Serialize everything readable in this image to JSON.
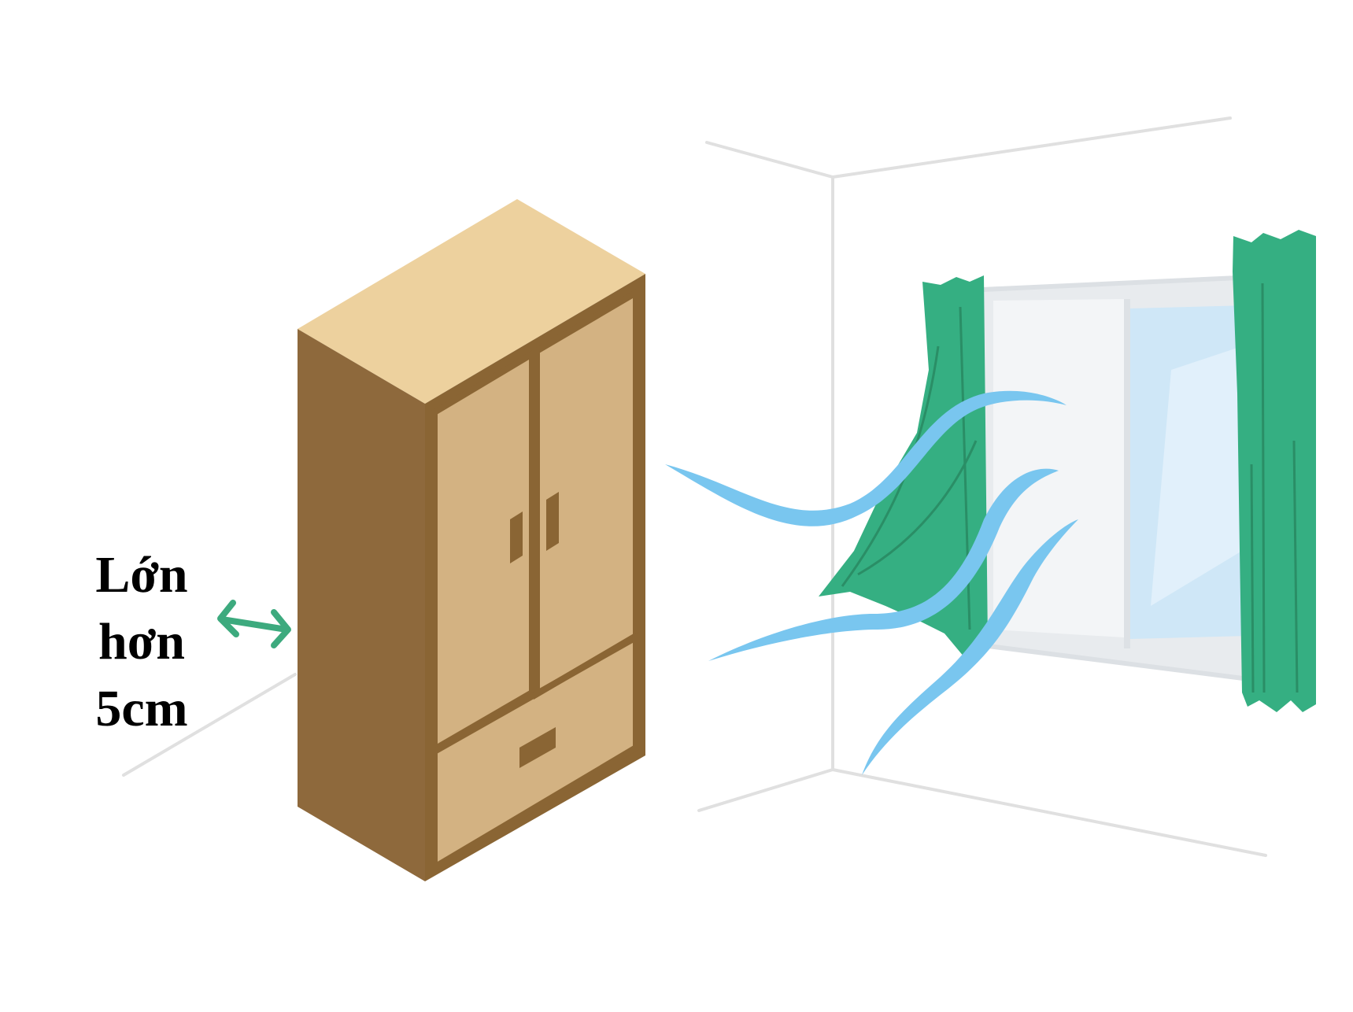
{
  "caption": {
    "lines": [
      "Lớn",
      "hơn",
      "5cm"
    ]
  },
  "colors": {
    "wardrobe_top": "#EDD19E",
    "wardrobe_side": "#8E693C",
    "wardrobe_front": "#D3B282",
    "wardrobe_outline": "#8A6534",
    "curtain": "#35AF82",
    "curtain_fold": "#2A8E66",
    "wind": "#79C6EF",
    "arrow": "#3DAA7E",
    "glass": "#CFE7F7",
    "frame": "#E6E9EC",
    "wall_line": "#E2E2E2"
  },
  "icons": {
    "wardrobe": "wardrobe-icon",
    "arrow": "double-arrow-icon",
    "wind": "wind-icon",
    "window": "window-icon",
    "curtain": "curtain-icon"
  }
}
